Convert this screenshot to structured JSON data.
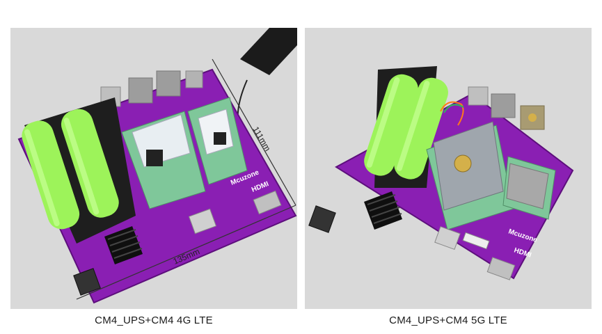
{
  "left_photo": {
    "caption": "CM4_UPS+CM4 4G LTE",
    "board_brand": "Mcuzone",
    "port_label": "HDMI",
    "dimension_width": "135mm",
    "dimension_height": "111mm"
  },
  "right_photo": {
    "caption": "CM4_UPS+CM4 5G LTE",
    "board_brand": "Mcuzone",
    "port_label": "HDMI"
  },
  "colors": {
    "background": "#d9d9d9",
    "pcb": "#8a1fb3",
    "battery": "#9df35a",
    "module": "#7fc79a"
  }
}
